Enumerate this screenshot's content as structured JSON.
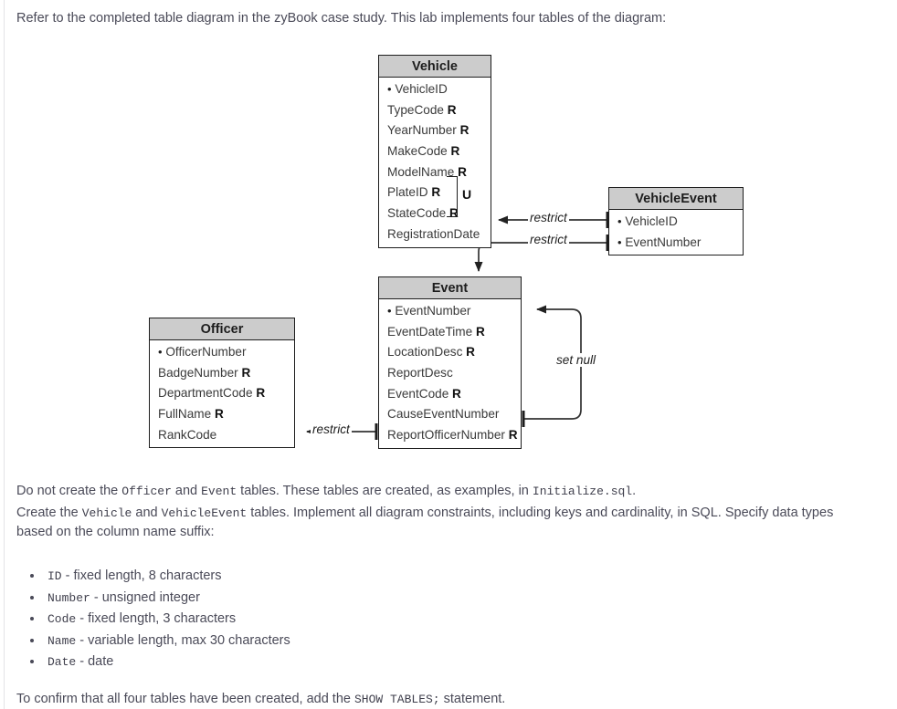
{
  "intro": "Refer to the completed table diagram in the zyBook case study. This lab implements four tables of the diagram:",
  "diagram": {
    "tables": [
      {
        "name": "Vehicle",
        "rows": [
          {
            "text": "VehicleID",
            "key": true,
            "required": false
          },
          {
            "text": "TypeCode",
            "key": false,
            "required": true
          },
          {
            "text": "YearNumber",
            "key": false,
            "required": true
          },
          {
            "text": "MakeCode",
            "key": false,
            "required": true
          },
          {
            "text": "ModelName",
            "key": false,
            "required": true
          },
          {
            "text": "PlateID",
            "key": false,
            "required": true
          },
          {
            "text": "StateCode",
            "key": false,
            "required": true
          },
          {
            "text": "RegistrationDate",
            "key": false,
            "required": false
          }
        ],
        "unique_group_label": "U"
      },
      {
        "name": "VehicleEvent",
        "rows": [
          {
            "text": "VehicleID",
            "key": true,
            "required": false
          },
          {
            "text": "EventNumber",
            "key": true,
            "required": false
          }
        ]
      },
      {
        "name": "Event",
        "rows": [
          {
            "text": "EventNumber",
            "key": true,
            "required": false
          },
          {
            "text": "EventDateTime",
            "key": false,
            "required": true
          },
          {
            "text": "LocationDesc",
            "key": false,
            "required": true
          },
          {
            "text": "ReportDesc",
            "key": false,
            "required": false
          },
          {
            "text": "EventCode",
            "key": false,
            "required": true
          },
          {
            "text": "CauseEventNumber",
            "key": false,
            "required": false
          },
          {
            "text": "ReportOfficerNumber",
            "key": false,
            "required": true
          }
        ]
      },
      {
        "name": "Officer",
        "rows": [
          {
            "text": "OfficerNumber",
            "key": true,
            "required": false
          },
          {
            "text": "BadgeNumber",
            "key": false,
            "required": true
          },
          {
            "text": "DepartmentCode",
            "key": false,
            "required": true
          },
          {
            "text": "FullName",
            "key": false,
            "required": true
          },
          {
            "text": "RankCode",
            "key": false,
            "required": false
          }
        ]
      }
    ],
    "edge_labels": {
      "vehicleevent_to_vehicle": "restrict",
      "vehicleevent_to_event": "restrict",
      "event_self": "set null",
      "event_to_officer": "restrict"
    },
    "required_marker": "R",
    "key_bullet": "•",
    "colors": {
      "header_fill": "#cccccc",
      "border": "#1d1d1d",
      "wire": "#333333"
    }
  },
  "body": {
    "para2": {
      "seg1": "Do not create the ",
      "code1": "Officer",
      "seg2": " and ",
      "code2": "Event",
      "seg3": " tables. These tables are created, as examples, in ",
      "code3": "Initialize.sql",
      "seg4": "."
    },
    "para3": {
      "seg1": "Create the ",
      "code1": "Vehicle",
      "seg2": " and ",
      "code2": "VehicleEvent",
      "seg3": " tables. Implement all diagram constraints, including keys and cardinality, in SQL. Specify data types based on the column name suffix:"
    },
    "types": [
      {
        "code": "ID",
        "desc": " - fixed length, 8 characters"
      },
      {
        "code": "Number",
        "desc": " - unsigned integer"
      },
      {
        "code": "Code",
        "desc": " - fixed length, 3 characters"
      },
      {
        "code": "Name",
        "desc": " - variable length, max 30 characters"
      },
      {
        "code": "Date",
        "desc": " - date"
      }
    ],
    "para4": {
      "seg1": "To confirm that all four tables have been created, add the ",
      "code1": "SHOW TABLES;",
      "seg2": " statement."
    }
  }
}
